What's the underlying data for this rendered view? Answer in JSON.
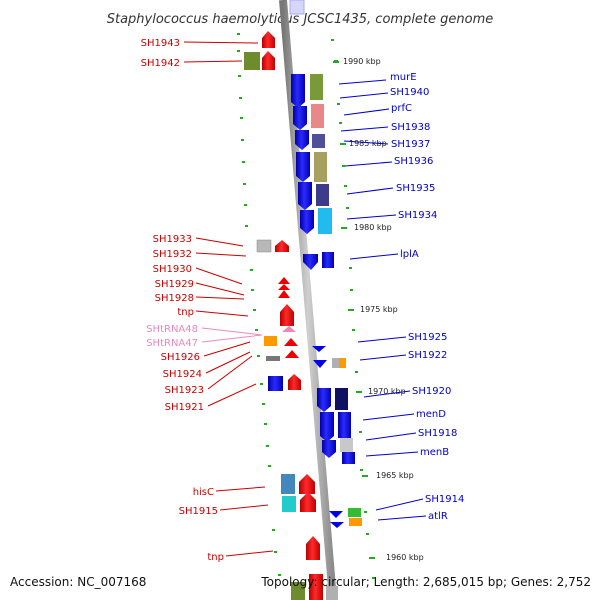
{
  "title": "Staphylococcus haemolyticus JCSC1435, complete genome",
  "footer": {
    "accession": "Accession: NC_007168",
    "topology": "Topology: circular; Length: 2,685,015 bp; Genes: 2,752"
  },
  "kbp_marks": [
    "1990 kbp",
    "1985 kbp",
    "1980 kbp",
    "1975 kbp",
    "1970 kbp",
    "1965 kbp",
    "1960 kbp"
  ],
  "genes_left": [
    "SH1943",
    "SH1942",
    "SH1933",
    "SH1932",
    "SH1930",
    "SH1929",
    "SH1928",
    "tnp",
    "SHtRNA48",
    "SHtRNA47",
    "SH1926",
    "SH1924",
    "SH1923",
    "SH1921",
    "hisC",
    "SH1915",
    "tnp"
  ],
  "genes_right": [
    "murE",
    "SH1940",
    "prfC",
    "SH1938",
    "SH1937",
    "SH1936",
    "SH1935",
    "SH1934",
    "lplA",
    "SH1925",
    "SH1922",
    "SH1920",
    "menD",
    "SH1918",
    "menB",
    "SH1914",
    "atlR"
  ],
  "colors": {
    "forward_strand": "#ee0000",
    "reverse_strand": "#0000ee",
    "left_labels": "#cc0000",
    "right_labels": "#0000cc",
    "trna_labels": "#ee88bb",
    "backbone": "#999999"
  }
}
